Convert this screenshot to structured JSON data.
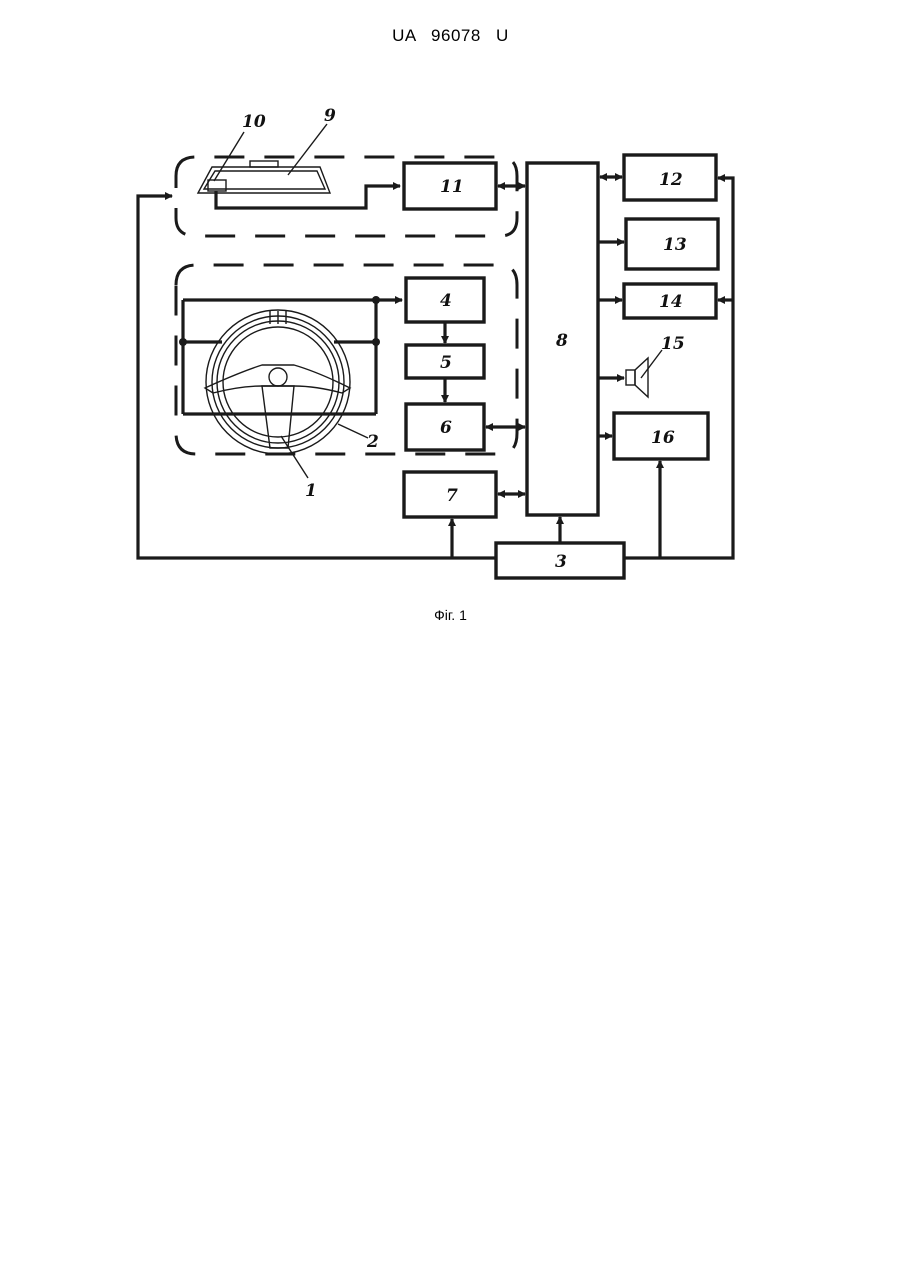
{
  "header": {
    "doc_id": "UA   96078   U"
  },
  "figure": {
    "caption": "Фіг. 1",
    "blocks": [
      {
        "id": "1",
        "label": "1"
      },
      {
        "id": "2",
        "label": "2"
      },
      {
        "id": "3",
        "label": "3"
      },
      {
        "id": "4",
        "label": "4"
      },
      {
        "id": "5",
        "label": "5"
      },
      {
        "id": "6",
        "label": "6"
      },
      {
        "id": "7",
        "label": "7"
      },
      {
        "id": "8",
        "label": "8"
      },
      {
        "id": "9",
        "label": "9"
      },
      {
        "id": "10",
        "label": "10"
      },
      {
        "id": "11",
        "label": "11"
      },
      {
        "id": "12",
        "label": "12"
      },
      {
        "id": "13",
        "label": "13"
      },
      {
        "id": "14",
        "label": "14"
      },
      {
        "id": "15",
        "label": "15"
      },
      {
        "id": "16",
        "label": "16"
      }
    ]
  }
}
